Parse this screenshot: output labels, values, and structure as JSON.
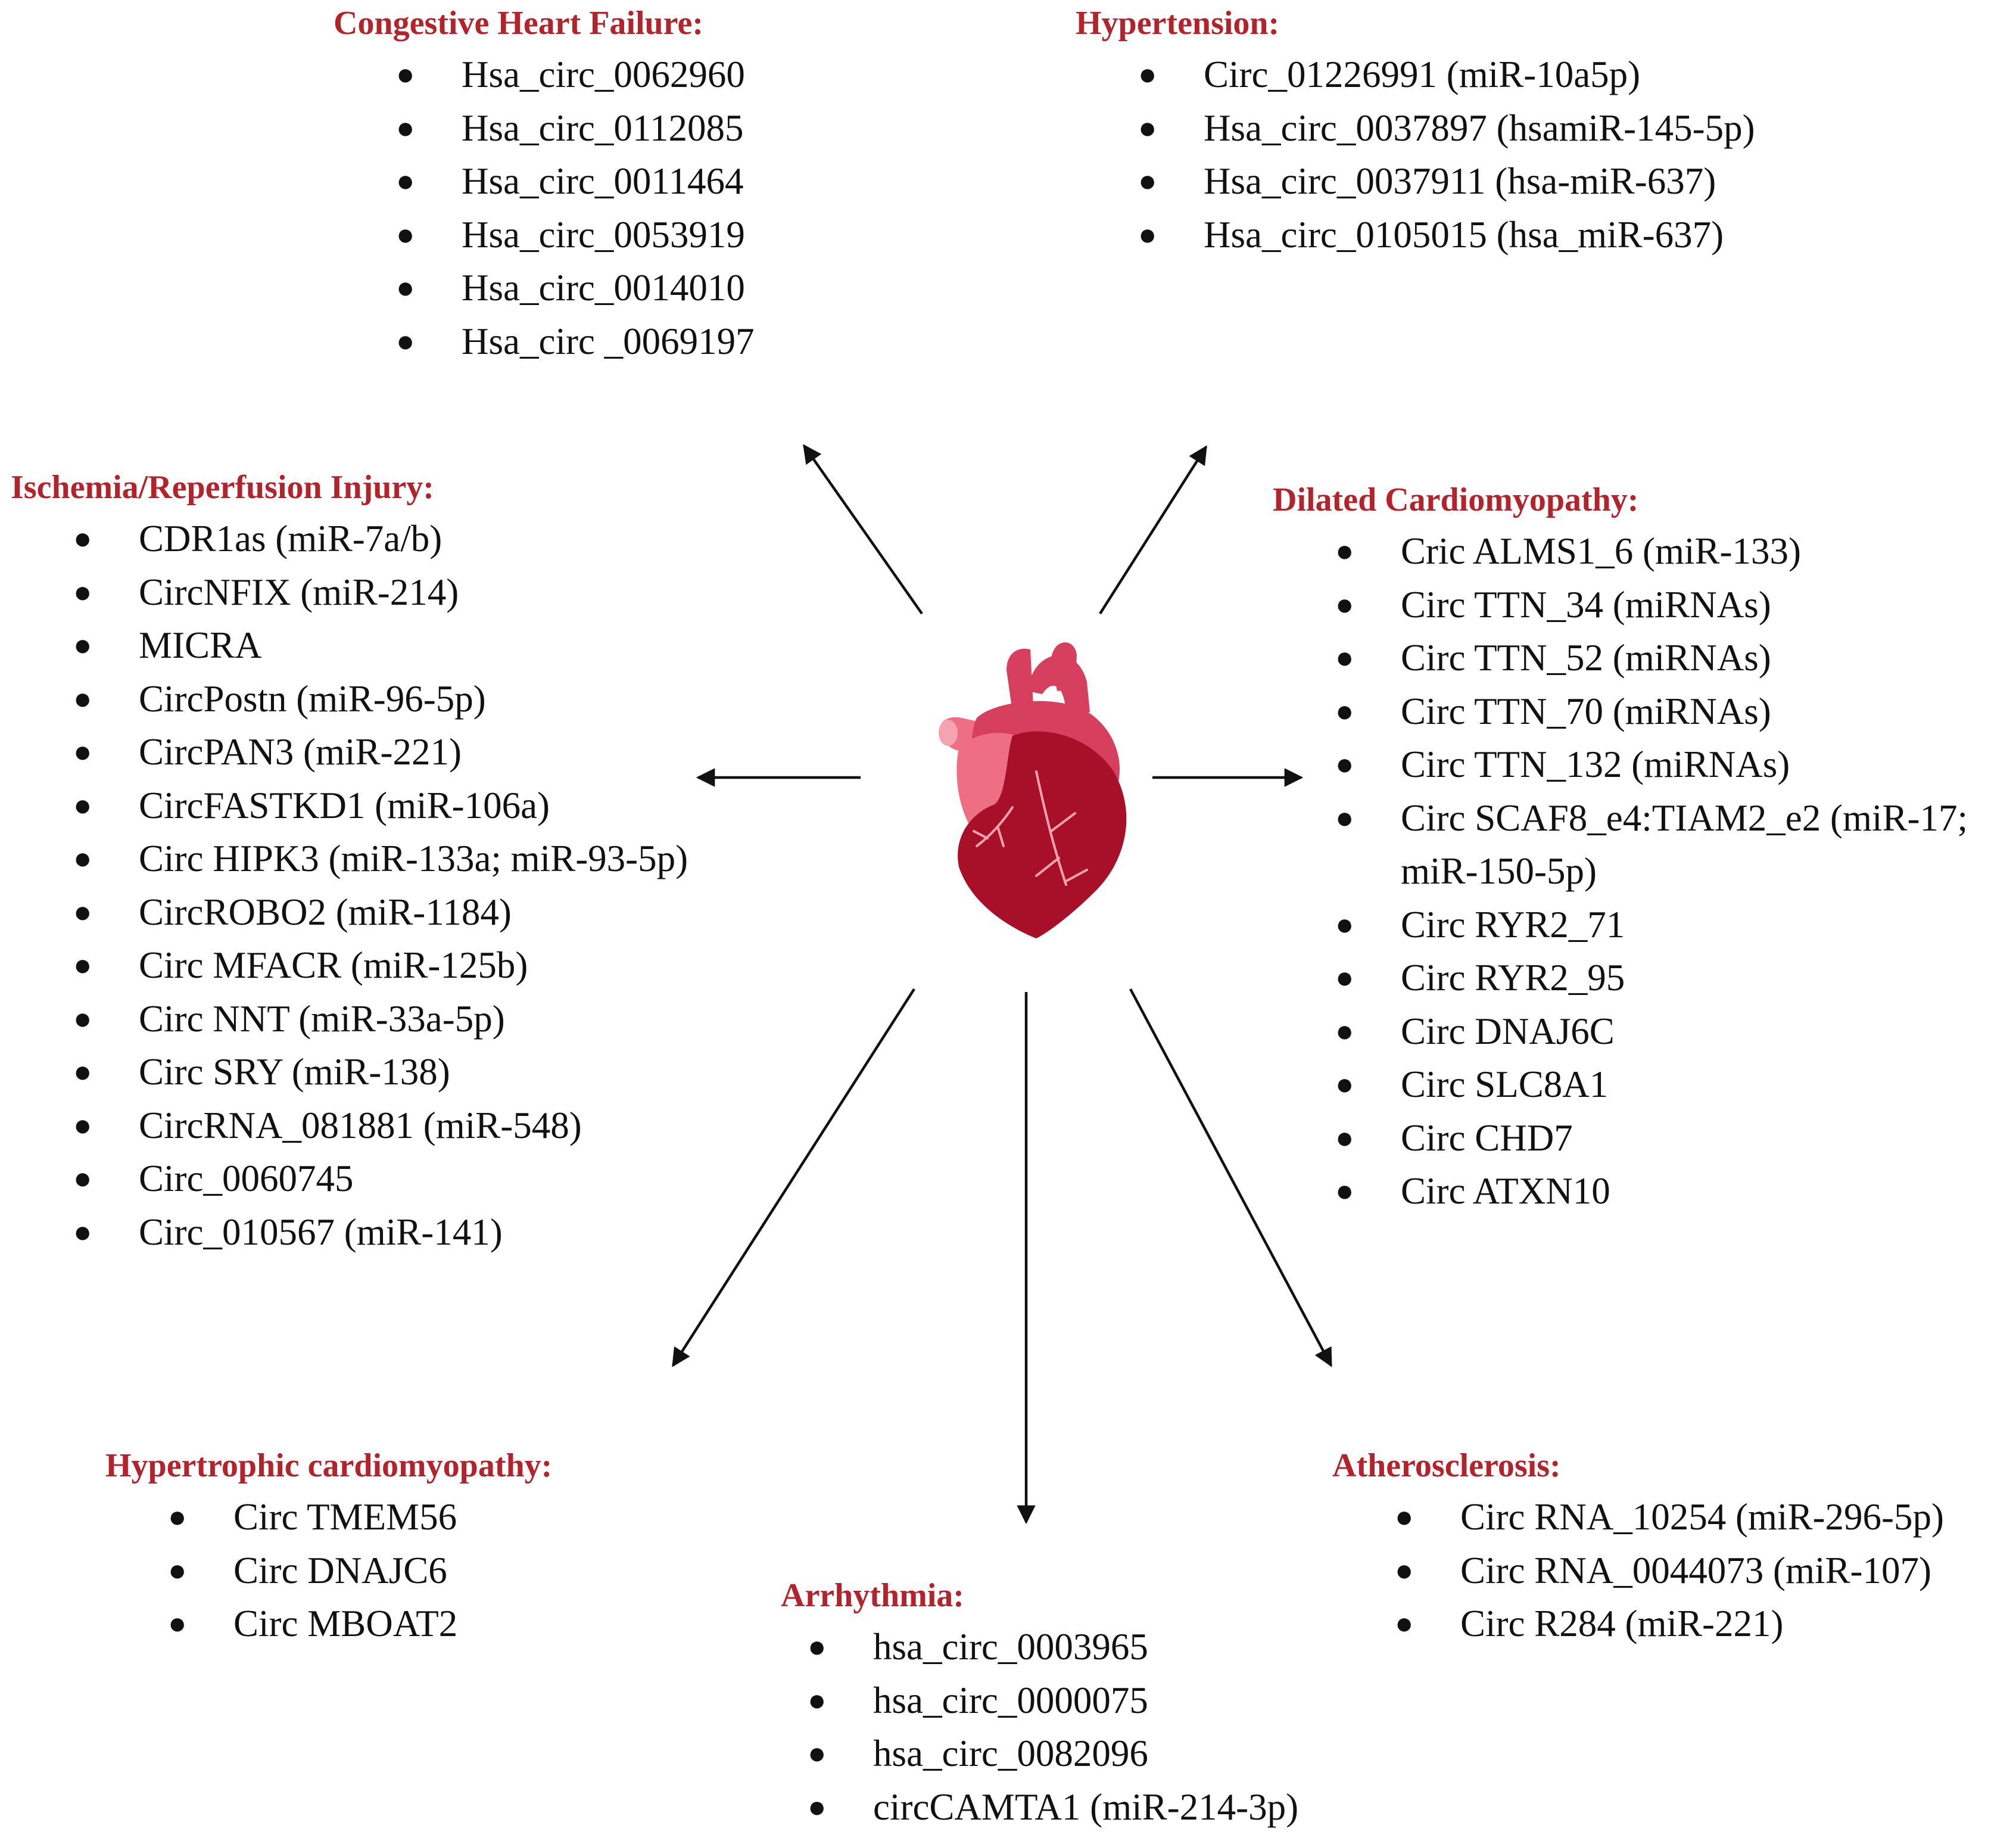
{
  "colors": {
    "title": "#b3232b",
    "text": "#111111",
    "arrow": "#111111",
    "heart_dark": "#a8102a",
    "heart_mid": "#d63f5e",
    "heart_light": "#ee6e83",
    "heart_vessel": "#f6a3b0"
  },
  "heart_icon": "anatomical-heart-icon",
  "groups": {
    "congestive_heart_failure": {
      "title": "Congestive Heart Failure:",
      "items": [
        "Hsa_circ_0062960",
        "Hsa_circ_0112085",
        "Hsa_circ_0011464",
        "Hsa_circ_0053919",
        "Hsa_circ_0014010",
        "Hsa_circ _0069197"
      ]
    },
    "hypertension": {
      "title": "Hypertension:",
      "items": [
        "Circ_01226991 (miR-10a5p)",
        "Hsa_circ_0037897 (hsamiR-145-5p)",
        "Hsa_circ_0037911 (hsa-miR-637)",
        "Hsa_circ_0105015 (hsa_miR-637)"
      ]
    },
    "ischemia_reperfusion_injury": {
      "title": "Ischemia/Reperfusion Injury:",
      "items": [
        "CDR1as (miR-7a/b)",
        "CircNFIX (miR-214)",
        "MICRA",
        "CircPostn (miR-96-5p)",
        "CircPAN3 (miR-221)",
        "CircFASTKD1 (miR-106a)",
        "Circ HIPK3 (miR-133a; miR-93-5p)",
        "CircROBO2 (miR-1184)",
        "Circ MFACR (miR-125b)",
        "Circ NNT (miR-33a-5p)",
        "Circ SRY (miR-138)",
        "CircRNA_081881 (miR-548)",
        "Circ_0060745",
        "Circ_010567 (miR-141)"
      ]
    },
    "dilated_cardiomyopathy": {
      "title": "Dilated Cardiomyopathy:",
      "items": [
        "Cric ALMS1_6 (miR-133)",
        "Circ TTN_34 (miRNAs)",
        "Circ TTN_52 (miRNAs)",
        "Circ TTN_70 (miRNAs)",
        "Circ TTN_132 (miRNAs)",
        "Circ SCAF8_e4:TIAM2_e2 (miR-17; miR-150-5p)",
        "Circ RYR2_71",
        "Circ RYR2_95",
        "Circ DNAJ6C",
        "Circ SLC8A1",
        "Circ CHD7",
        "Circ ATXN10"
      ]
    },
    "hypertrophic_cardiomyopathy": {
      "title": "Hypertrophic cardiomyopathy:",
      "items": [
        "Circ TMEM56",
        "Circ DNAJC6",
        "Circ MBOAT2"
      ]
    },
    "arrhythmia": {
      "title": "Arrhythmia:",
      "items": [
        "hsa_circ_0003965",
        "hsa_circ_0000075",
        "hsa_circ_0082096",
        "circCAMTA1 (miR-214-3p)"
      ]
    },
    "atherosclerosis": {
      "title": "Atherosclerosis:",
      "items": [
        "Circ RNA_10254 (miR-296-5p)",
        "Circ RNA_0044073 (miR-107)",
        "Circ R284 (miR-221)"
      ]
    }
  }
}
